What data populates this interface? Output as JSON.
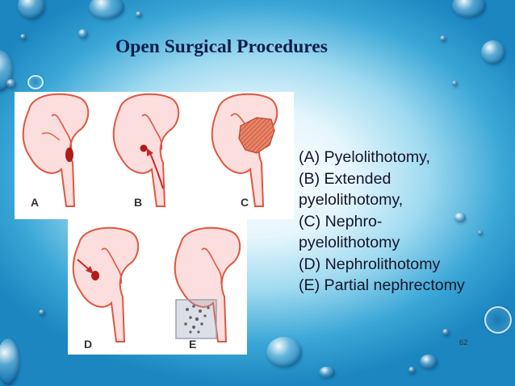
{
  "slide": {
    "title": "Open Surgical Procedures",
    "panel_labels": {
      "a": "A",
      "b": "B",
      "c": "C",
      "d": "D",
      "e": "E"
    },
    "caption_lines": [
      "(A) Pyelolithotomy,",
      "(B) Extended",
      "pyelolithotomy,",
      "(C) Nephro-",
      "pyelolithotomy",
      "(D) Nephrolithotomy",
      "(E) Partial nephrectomy"
    ],
    "page_number": "62"
  },
  "colors": {
    "title": "#0d1e4c",
    "kidney_fill": "#fbdedd",
    "kidney_outline": "#e0563f",
    "stone": "#b11a1a",
    "arrow": "#c8282a",
    "partial_box": "#9aa4b4"
  },
  "icons": {
    "background_bubbles": "water-droplet-icon",
    "kidney": "kidney-diagram-icon",
    "incision_arrow": "arrow-icon"
  }
}
